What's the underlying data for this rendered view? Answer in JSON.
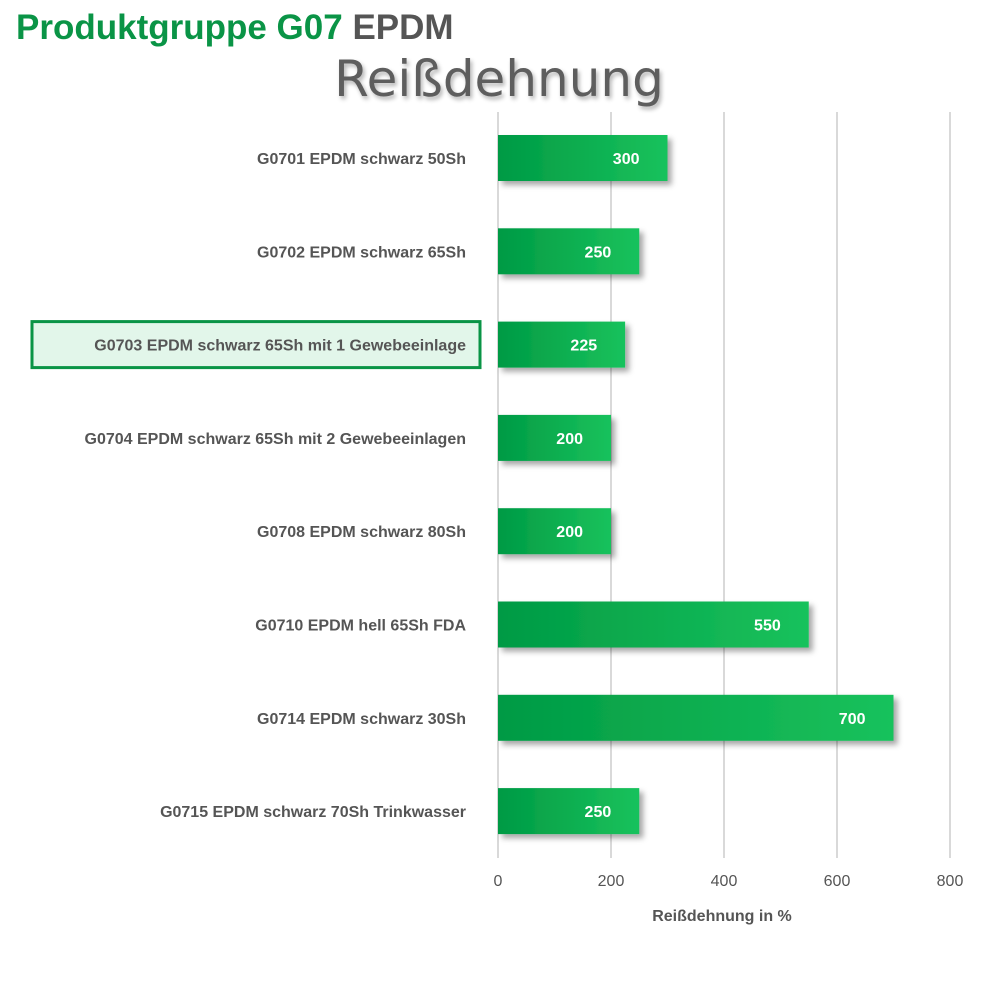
{
  "header": {
    "title_green": "Produktgruppe G07",
    "title_grey": "EPDM",
    "subtitle": "Reißdehnung"
  },
  "colors": {
    "bar_dark": "#009a44",
    "bar_light": "#19c25c",
    "highlight_border": "#0a9446",
    "highlight_fill": "#e2f6ea",
    "grid": "#d9d9d9",
    "text": "#555555"
  },
  "chart_data": {
    "type": "bar",
    "orientation": "horizontal",
    "title": "Reißdehnung",
    "categories": [
      "G0701 EPDM schwarz 50Sh",
      "G0702 EPDM schwarz 65Sh",
      "G0703 EPDM schwarz 65Sh mit 1 Gewebeeinlage",
      "G0704 EPDM schwarz 65Sh mit 2 Gewebeeinlagen",
      "G0708 EPDM schwarz 80Sh",
      "G0710 EPDM hell 65Sh FDA",
      "G0714 EPDM schwarz 30Sh",
      "G0715 EPDM schwarz 70Sh Trinkwasser"
    ],
    "values": [
      300,
      250,
      225,
      200,
      200,
      550,
      700,
      250
    ],
    "highlighted_category": "G0703 EPDM schwarz 65Sh mit 1 Gewebeeinlage",
    "xlabel": "Reißdehnung in %",
    "ylabel": "",
    "xlim": [
      0,
      800
    ],
    "xticks": [
      0,
      200,
      400,
      600,
      800
    ],
    "grid": true,
    "data_labels": true
  }
}
